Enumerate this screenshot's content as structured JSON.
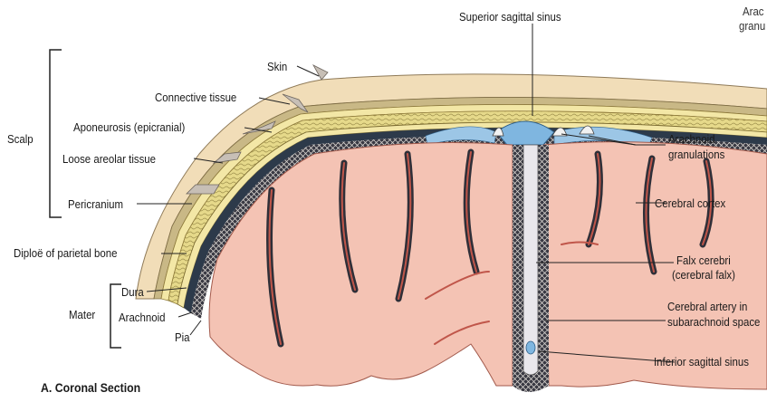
{
  "labels": {
    "superior_sagittal_sinus": "Superior sagittal sinus",
    "arachnoid_granulations_cut_top": "Arac",
    "arachnoid_granulations_cut_bottom": "granu",
    "skin": "Skin",
    "connective_tissue": "Connective tissue",
    "aponeurosis": "Aponeurosis (epicranial)",
    "loose_areolar": "Loose areolar tissue",
    "pericranium": "Pericranium",
    "scalp": "Scalp",
    "diploe": "Diploë of parietal bone",
    "dura": "Dura",
    "arachnoid": "Arachnoid",
    "pia": "Pia",
    "mater": "Mater",
    "arachnoid_granulations_line1": "Arachnoid",
    "arachnoid_granulations_line2": "granulations",
    "cerebral_cortex": "Cerebral cortex",
    "falx_line1": "Falx cerebri",
    "falx_line2": "(cerebral falx)",
    "artery_line1": "Cerebral artery in",
    "artery_line2": "subarachnoid space",
    "inferior_sagittal_sinus": "Inferior sagittal sinus",
    "caption": "A. Coronal Section"
  },
  "colors": {
    "skin": "#f1ddb8",
    "bone": "#ecdf95",
    "dura": "#2d3a4a",
    "brain": "#f4c3b4",
    "sulcus": "#c0564a",
    "sinus": "#7fb6e0",
    "flap": "#b9b0a8"
  }
}
